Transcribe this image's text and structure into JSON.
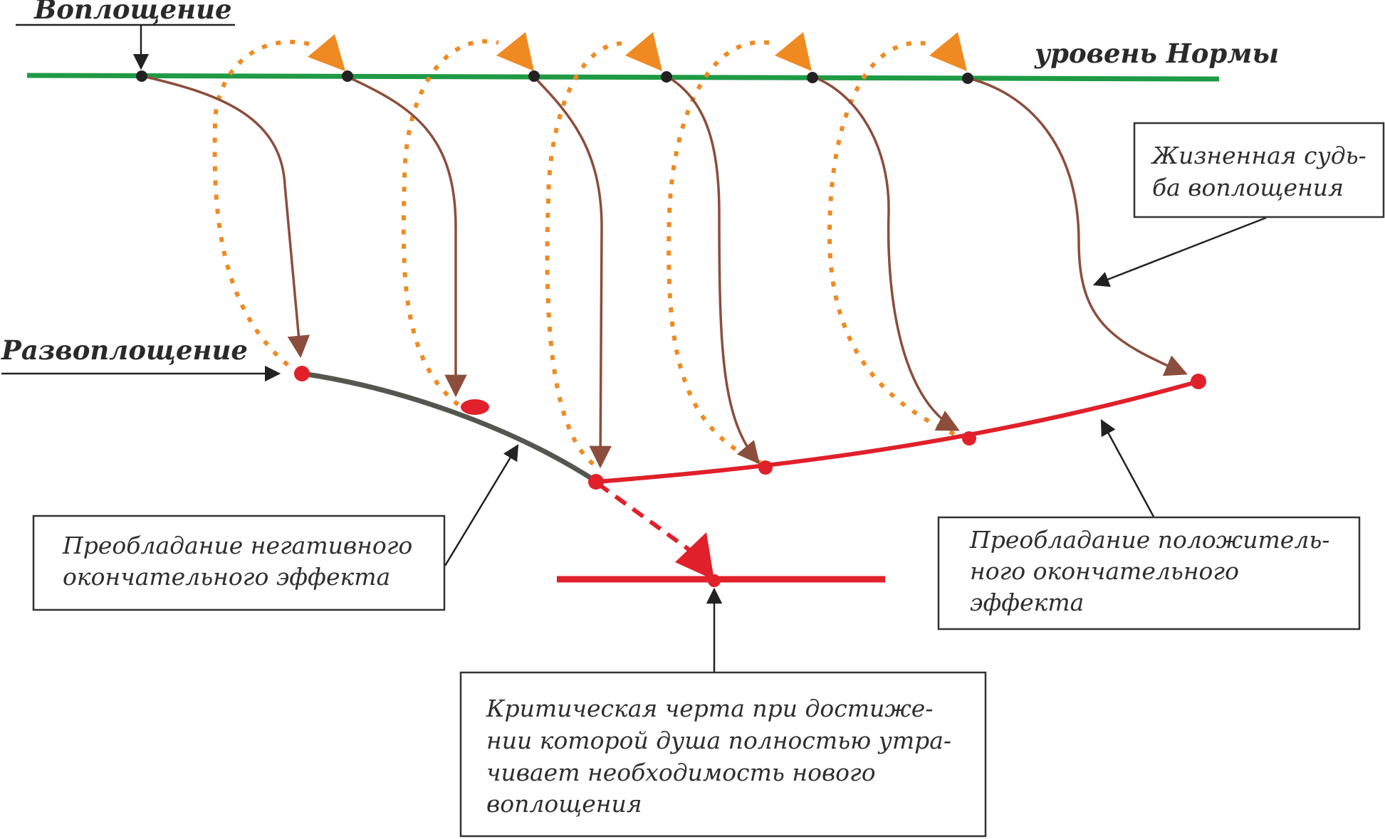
{
  "labels": {
    "incarnation": "Воплощение",
    "disincarnation": "Развоплощение",
    "norm_level": "уровень Нормы"
  },
  "boxes": {
    "life_fate": [
      "Жизненная судь-",
      "ба воплощения"
    ],
    "negative_effect": [
      "Преобладание негативного",
      "окончательного эффекта"
    ],
    "positive_effect": [
      "Преобладание положитель-",
      "ного окончательного",
      "эффекта"
    ],
    "critical_line": [
      "Критическая черта при достиже-",
      "нии которой душа полностью утра-",
      "чивает необходимость нового",
      "воплощения"
    ]
  },
  "colors": {
    "norm_line": "#1f9a45",
    "fate_curve": "#8b4e3c",
    "return_path": "#ef8a22",
    "negative_curve": "#55574f",
    "positive_curve": "#e0202a",
    "critical_line": "#e0202a",
    "node_black": "#222222",
    "node_red": "#e0202a"
  }
}
